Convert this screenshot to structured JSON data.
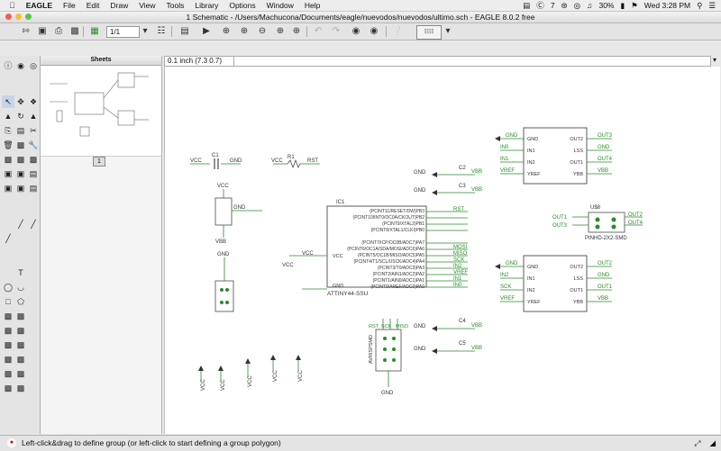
{
  "menubar": {
    "app_name": "EAGLE",
    "items": [
      "File",
      "Edit",
      "Draw",
      "View",
      "Tools",
      "Library",
      "Options",
      "Window",
      "Help"
    ],
    "right": {
      "badge": "7",
      "battery": "30%",
      "clock": "Wed 3:28 PM"
    }
  },
  "window": {
    "title": "1 Schematic - /Users/Machucona/Documents/eagle/nuevodos/nuevodos/ultimo.sch - EAGLE 8.0.2 free"
  },
  "toolbar": {
    "sheet_value": "1/1"
  },
  "sheets_panel": {
    "title": "Sheets",
    "sheet_number": "1"
  },
  "coords": "0.1 inch (7.3 0.7)",
  "status": {
    "text": "Left-click&drag to define group (or left-click to start defining a group polygon)"
  },
  "schematic": {
    "ic1": {
      "name": "IC1",
      "value": "ATTINY44-SSU",
      "vcc": "VCC",
      "gnd": "GND",
      "pins": [
        "(PCINT11/RESET/DW)PB3",
        "(PCINT10/INT0/OC0A/CKOUT)PB2",
        "(PCINT9/XTAL2)PB1",
        "(PCINT8/XTAL1/CLKI)PB0",
        "(PCINT7/ICP/OC0B/ADC7)PA7",
        "(PCINT6/OC1A/SDA/MOSI/ADC6)PA6",
        "(PCINT5/OC1B/MISO/ADC5)PA5",
        "(PCINT4/T1/SCL/USCK/ADC4)PA4",
        "(PCINT3/T0/ADC3)PA3",
        "(PCINT2/AIN1/ADC2)PA2",
        "(PCINT1/AIN0/ADC1)PA1",
        "(PCINT0/AREF/ADC0)PA0"
      ],
      "nets": [
        "RST",
        "",
        "",
        "",
        "",
        "MOSI",
        "MISO",
        "SCK",
        "IN2",
        "VREF",
        "IN1",
        "IN0"
      ]
    },
    "c1": {
      "name": "C1",
      "left": "VCC",
      "right": "GND"
    },
    "r1": {
      "name": "R1",
      "left": "VCC",
      "right": "RST"
    },
    "u_top": {
      "pins_left": [
        "GND",
        "IN1",
        "IN2",
        "YREF"
      ],
      "pins_right": [
        "OUT2",
        "LSS",
        "OUT1",
        "YBB"
      ],
      "nets_left": [
        "GND",
        "IN0",
        "IN1",
        "VREF"
      ],
      "nets_right": [
        "OUT3",
        "GND",
        "OUT4",
        "VBB"
      ]
    },
    "u_bot": {
      "pins_left": [
        "GND",
        "IN1",
        "IN2",
        "YREF"
      ],
      "pins_right": [
        "OUT2",
        "LSS",
        "OUT1",
        "YBB"
      ],
      "nets_left": [
        "GND",
        "IN2",
        "SCK",
        "VREF"
      ],
      "nets_right": [
        "OUT2",
        "GND",
        "OUT1",
        "VBB"
      ]
    },
    "caps_right": [
      {
        "name": "C2",
        "left": "GND",
        "right": "VBB"
      },
      {
        "name": "C3",
        "left": "GND",
        "right": "VBB"
      },
      {
        "name": "C4",
        "left": "GND",
        "right": "VBB"
      },
      {
        "name": "C5",
        "left": "GND",
        "right": "VBB"
      }
    ],
    "header_u": {
      "name": "U$8",
      "value": "PINHD-2X2-SMD",
      "left": [
        "OUT1",
        "OUT3"
      ],
      "right": [
        "OUT2",
        "OUT4"
      ]
    },
    "regulator": {
      "top": "VCC",
      "gnd": "GND",
      "bottom": "VBB"
    },
    "isp": {
      "top": [
        "RST",
        "SCK",
        "MISO"
      ],
      "side": "AVRISPSMD"
    },
    "vcc_label": "VCC",
    "gnd_label": "GND"
  }
}
